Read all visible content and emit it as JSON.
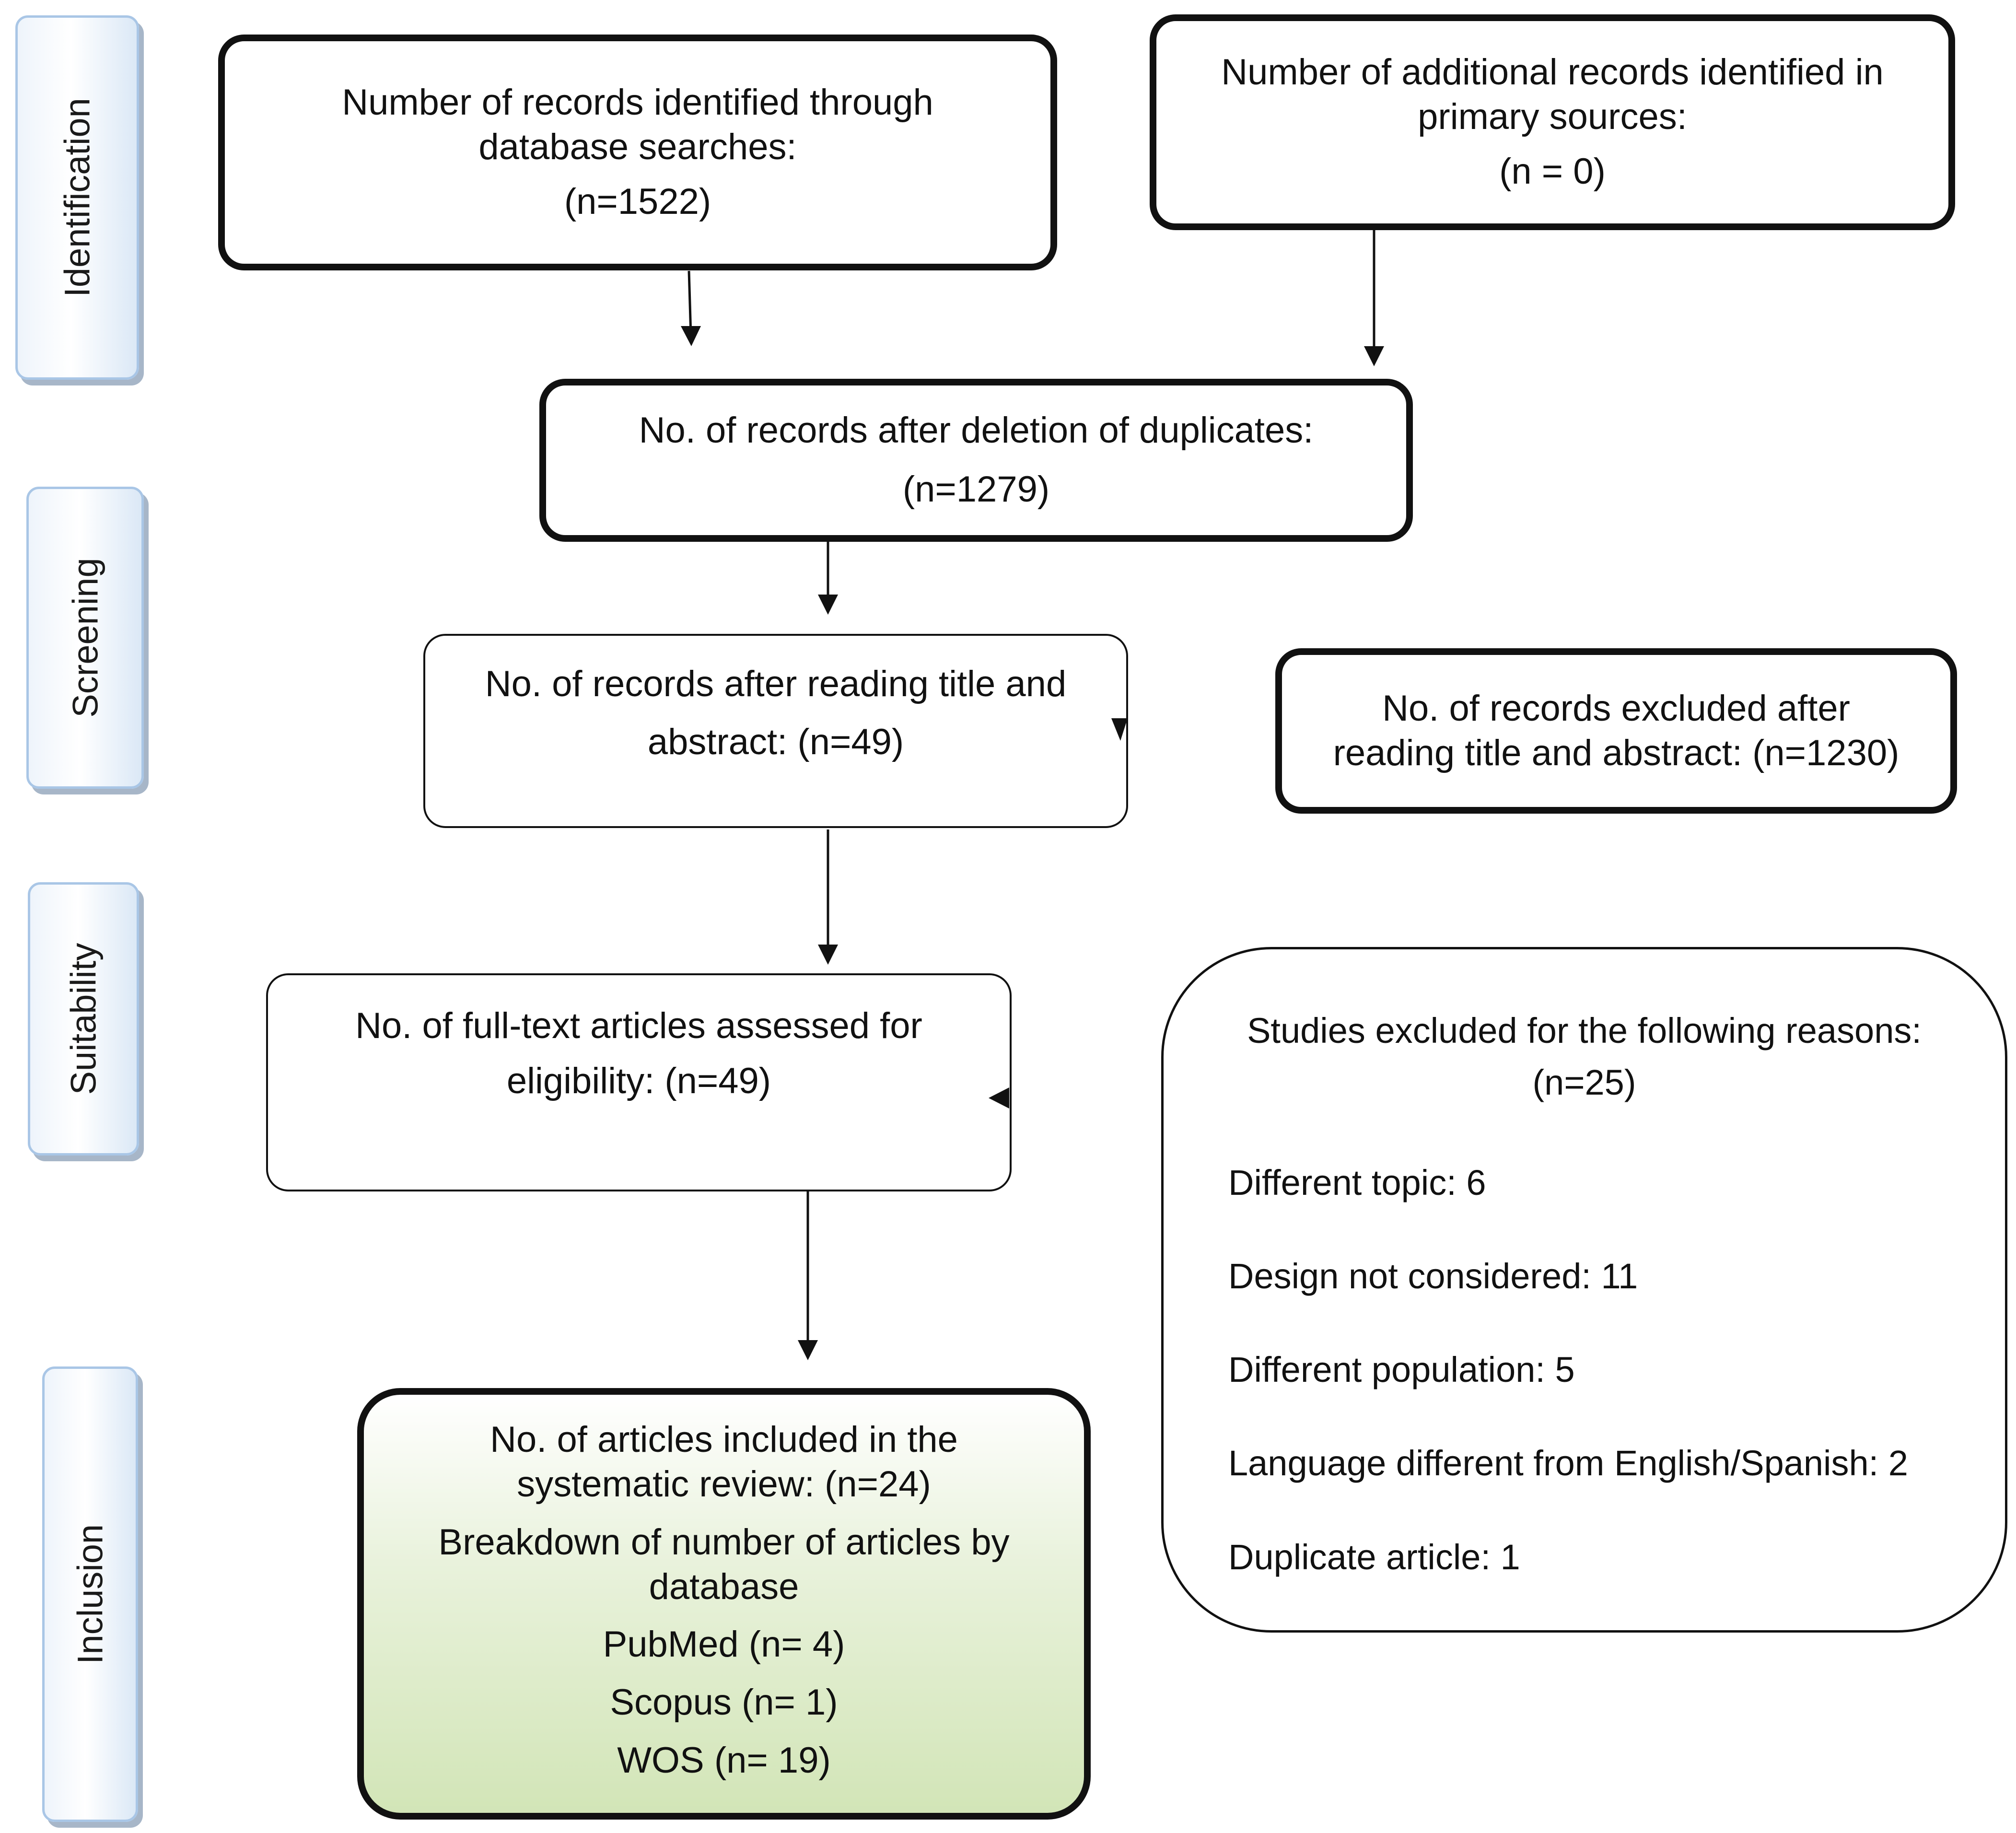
{
  "phases": {
    "identification": "Identification",
    "screening": "Screening",
    "suitability": "Suitability",
    "inclusion": "Inclusion"
  },
  "boxes": {
    "database_records": {
      "line1": "Number of records identified through",
      "line2": "database searches:",
      "count": "(n=1522)"
    },
    "additional_records": {
      "line1": "Number of additional records identified in",
      "line2": "primary sources:",
      "count": "(n = 0)"
    },
    "after_duplicates": {
      "line1": "No. of records after deletion of duplicates:",
      "count": "(n=1279)"
    },
    "after_title_abstract": {
      "line1": "No. of records after reading title and",
      "line2": "abstract: (n=49)"
    },
    "excluded_title_abstract": {
      "line1": "No. of records excluded after",
      "line2": "reading title and abstract: (n=1230)"
    },
    "full_text_assessed": {
      "line1": "No. of full-text articles assessed for",
      "line2": "eligibility: (n=49)"
    },
    "studies_excluded": {
      "heading": "Studies excluded for the following reasons:",
      "count": "(n=25)",
      "reasons": [
        "Different topic: 6",
        "Design not considered: 11",
        "Different population: 5",
        "Language different from English/Spanish: 2",
        "Duplicate article: 1"
      ]
    },
    "included": {
      "line1": "No. of articles included in the",
      "line2": "systematic review: (n=24)",
      "line3": "Breakdown of number of articles by",
      "line4": "database",
      "pubmed": "PubMed (n= 4)",
      "scopus": "Scopus (n= 1)",
      "wos": "WOS (n= 19)"
    }
  },
  "colors": {
    "included_fill_top": "#ffffff",
    "included_fill_bottom": "#d2e5b7",
    "phase_border": "#a9c6e6",
    "phase_shadow": "#a7b6c8"
  }
}
